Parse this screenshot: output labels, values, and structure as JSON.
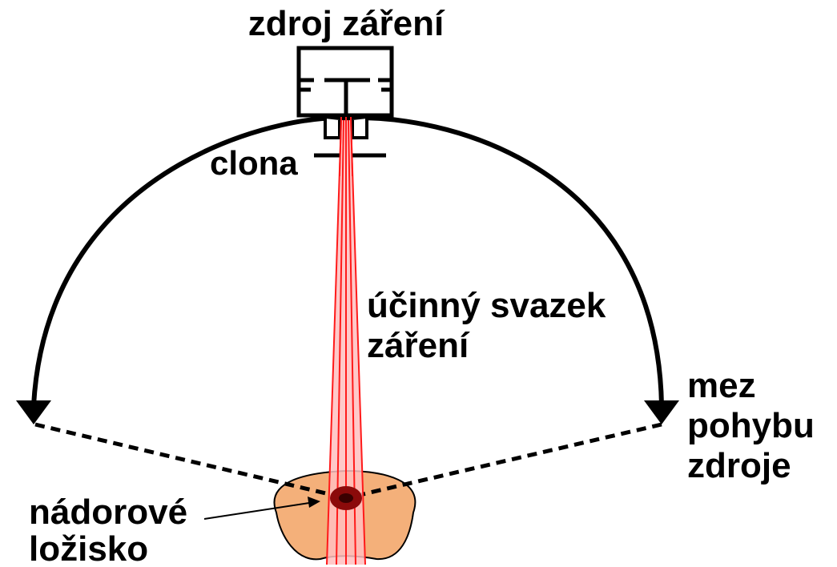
{
  "labels": {
    "source": "zdroj záření",
    "diaphragm": "clona",
    "beam_line1": "účinný svazek",
    "beam_line2": "záření",
    "limit_line1": "mez",
    "limit_line2": "pohybu",
    "limit_line3": "zdroje",
    "tumor_line1": "nádorové",
    "tumor_line2": "ložisko"
  },
  "colors": {
    "stroke": "#000000",
    "beam": "#ff1a1a",
    "beam_fill": "#ffc0c0",
    "body": "#f4b07a",
    "tumor_outer": "#8b0a0a",
    "tumor_inner": "#3a0000"
  }
}
